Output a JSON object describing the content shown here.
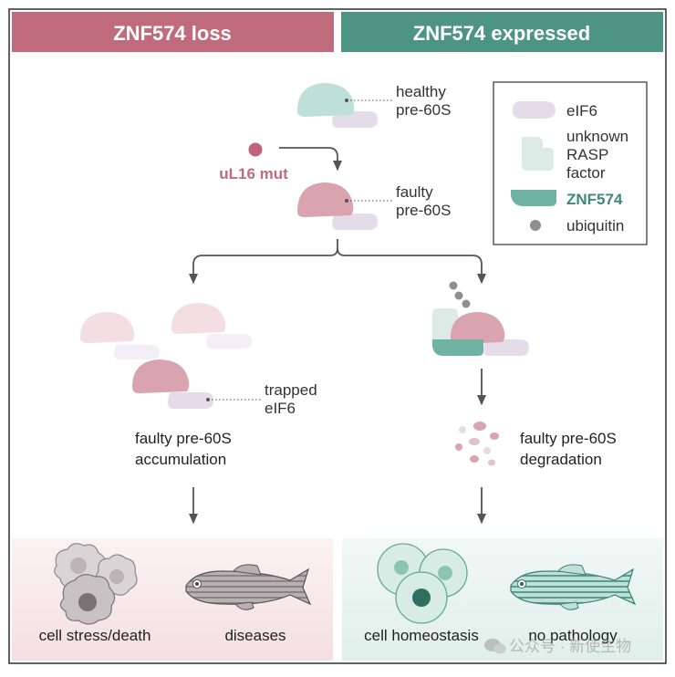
{
  "header": {
    "left_title": "ZNF574 loss",
    "right_title": "ZNF574 expressed"
  },
  "legend": {
    "eif6": "eIF6",
    "rasp_line1": "unknown",
    "rasp_line2": "RASP",
    "rasp_line3": "factor",
    "znf574": "ZNF574",
    "ubiquitin": "ubiquitin"
  },
  "top": {
    "healthy_line1": "healthy",
    "healthy_line2": "pre-60S",
    "mutation": "uL16 mut",
    "faulty_line1": "faulty",
    "faulty_line2": "pre-60S"
  },
  "left_branch": {
    "trapped_line1": "trapped",
    "trapped_line2": "eIF6",
    "caption_line1": "faulty pre-60S",
    "caption_line2": "accumulation",
    "outcome_cells": "cell stress/death",
    "outcome_organism": "diseases"
  },
  "right_branch": {
    "caption_line1": "faulty pre-60S",
    "caption_line2": "degradation",
    "outcome_cells": "cell homeostasis",
    "outcome_organism": "no pathology"
  },
  "watermark": "公众号 · 新使生物",
  "colors": {
    "loss": "#c06b7c",
    "expressed": "#4e9485",
    "pre60s_healthy": "#bfe0d6",
    "pre60s_faulty": "#d9a4b0",
    "eif6": "#e5dcea",
    "rasp": "#dcebe6",
    "ubiquitin": "#8f8f8f",
    "mutation_dot": "#c26277",
    "znf574_label": "#3e8a77"
  }
}
